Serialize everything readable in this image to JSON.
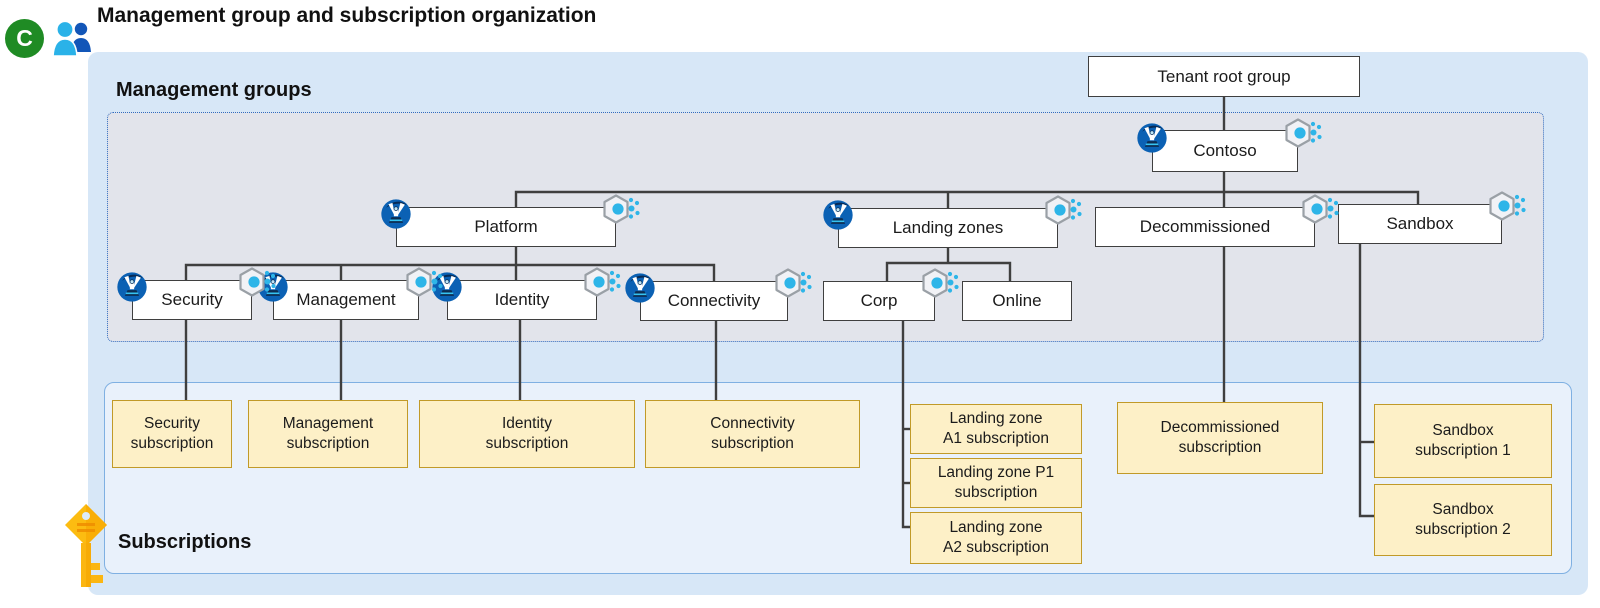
{
  "header": {
    "badge_letter": "C",
    "title": "Management group and subscription organization"
  },
  "sections": {
    "management_groups_heading": "Management groups",
    "subscriptions_heading": "Subscriptions"
  },
  "nodes": {
    "tenant_root_group": {
      "label": "Tenant root group"
    },
    "contoso": {
      "label": "Contoso"
    },
    "platform": {
      "label": "Platform"
    },
    "landing_zones": {
      "label": "Landing zones"
    },
    "decommissioned": {
      "label": "Decommissioned"
    },
    "sandbox": {
      "label": "Sandbox"
    },
    "security": {
      "label": "Security"
    },
    "management": {
      "label": "Management"
    },
    "identity": {
      "label": "Identity"
    },
    "connectivity": {
      "label": "Connectivity"
    },
    "corp": {
      "label": "Corp"
    },
    "online": {
      "label": "Online"
    }
  },
  "subscription_boxes": {
    "security": {
      "label": "Security\nsubscription"
    },
    "management": {
      "label": "Management\nsubscription"
    },
    "identity": {
      "label": "Identity\nsubscription"
    },
    "connectivity": {
      "label": "Connectivity\nsubscription"
    },
    "landing_zone_a1": {
      "label": "Landing zone\nA1 subscription"
    },
    "landing_zone_p1": {
      "label": "Landing zone P1\nsubscription"
    },
    "landing_zone_a2": {
      "label": "Landing zone\nA2 subscription"
    },
    "decommissioned": {
      "label": "Decommissioned\nsubscription"
    },
    "sandbox_1": {
      "label": "Sandbox\nsubscription 1"
    },
    "sandbox_2": {
      "label": "Sandbox\nsubscription 2"
    }
  },
  "icons": {
    "badge": "letter-c-badge",
    "title_people": "users-icon",
    "group_marker": "lighthouse-icon",
    "management_group_marker": "hexagon-dots-icon",
    "subscriptions_marker": "key-icon"
  },
  "colors": {
    "outer_fill": "#d7e7f7",
    "management_groups_fill": "#e2e4eb",
    "management_groups_border": "#2f6cc1",
    "subscriptions_fill": "#e9f1fb",
    "subscriptions_border": "#7fb0e2",
    "node_border": "#3f3f3f",
    "subscription_fill": "#fdf0c7",
    "subscription_border": "#c19a28",
    "connector": "#3f3f3f",
    "badge_green": "#1f8b24",
    "key_yellow": "#fcbc11",
    "icon_blue": "#0b61b4",
    "icon_cyan": "#2eb5e8"
  }
}
